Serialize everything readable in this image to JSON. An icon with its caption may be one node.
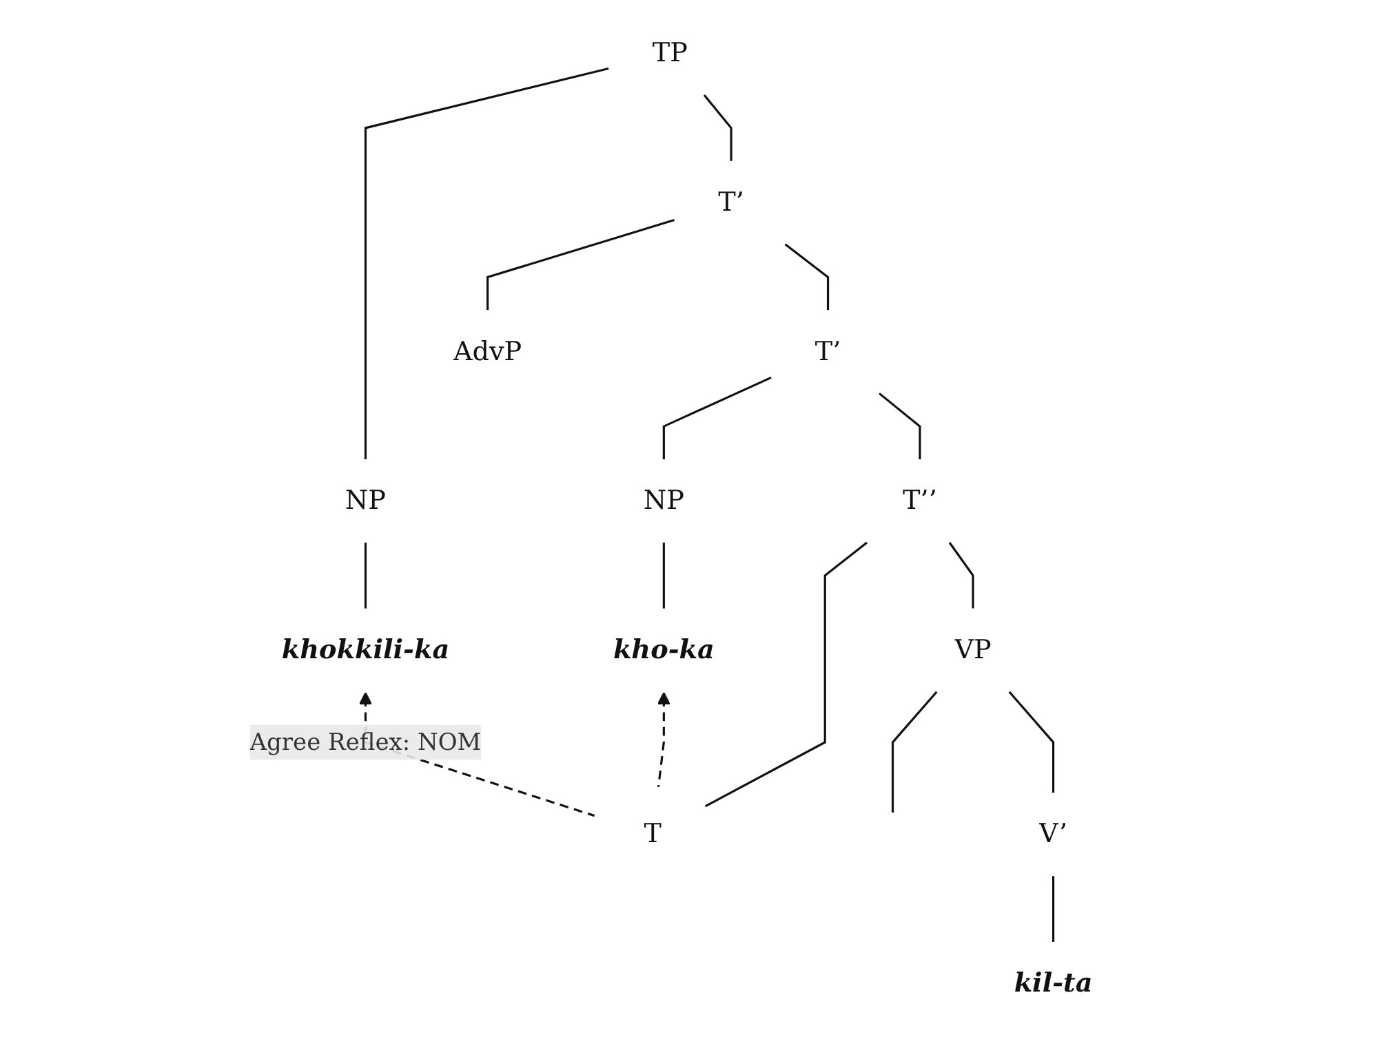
{
  "diagram": {
    "nodes": [
      {
        "text": [
          "TP"
        ]
      },
      {
        "text": [
          "NP"
        ]
      },
      {
        "text": [
          "T’"
        ]
      },
      {
        "text": [
          "khokkili-ka"
        ]
      },
      {
        "text": [
          "AdvP"
        ]
      },
      {
        "text": [
          "T’"
        ]
      },
      {
        "text": [
          "NP"
        ]
      },
      {
        "text": [
          "T’’"
        ]
      },
      {
        "text": [
          "kho-ka"
        ]
      },
      {
        "text": [
          "T"
        ]
      },
      {
        "text": [
          "VP"
        ]
      },
      {
        "text": [
          "V’"
        ]
      },
      {
        "text": [
          "kil-ta"
        ]
      }
    ],
    "edges": [
      {
        "from": 0,
        "to": 1,
        "arrow": "none"
      },
      {
        "from": 0,
        "to": 2,
        "arrow": "none"
      },
      {
        "from": 1,
        "to": 3,
        "arrow": "none"
      },
      {
        "from": 2,
        "to": 4,
        "arrow": "none"
      },
      {
        "from": 2,
        "to": 5,
        "arrow": "none"
      },
      {
        "from": 5,
        "to": 6,
        "arrow": "none"
      },
      {
        "from": 5,
        "to": 7,
        "arrow": "none"
      },
      {
        "from": 6,
        "to": 8,
        "arrow": "none"
      },
      {
        "from": 7,
        "to": 9,
        "arrow": "none"
      },
      {
        "from": 7,
        "to": 10,
        "arrow": "none"
      },
      {
        "from": 10,
        "to": null,
        "arrow": "none"
      },
      {
        "from": 10,
        "to": 11,
        "arrow": "none"
      },
      {
        "from": 11,
        "to": 12,
        "arrow": "none"
      },
      {
        "from": 9,
        "to": 8,
        "arrow": "to",
        "style": "dashed"
      },
      {
        "from": 9,
        "to": 3,
        "arrow": "to",
        "style": "dashed",
        "label": "Agree Reflex: NOM"
      }
    ]
  }
}
